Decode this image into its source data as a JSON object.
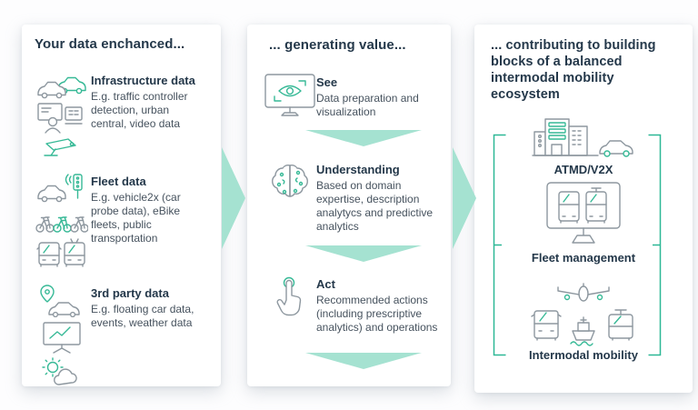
{
  "colors": {
    "accent_teal": "#2db896",
    "arrow_teal": "#a5e2d1",
    "icon_gray": "#8d979f",
    "heading_navy": "#24384a",
    "body_text": "#46525e"
  },
  "columns": [
    {
      "header": "Your data enchanced...",
      "items": [
        {
          "title": "Infrastructure data",
          "description": "E.g. traffic controller detection, urban central, video data",
          "icons": [
            "cars-icon",
            "control-center-icon",
            "cctv-camera-icon"
          ]
        },
        {
          "title": "Fleet data",
          "description": "E.g. vehicle2x (car probe data), eBike fleets, public transportation",
          "icons": [
            "car-v2x-icon",
            "bikes-icon",
            "buses-icon"
          ]
        },
        {
          "title": "3rd party data",
          "description": "E.g. floating car data, events, weather data",
          "icons": [
            "car-location-pin-icon",
            "chart-board-icon",
            "weather-icon"
          ]
        }
      ]
    },
    {
      "header": "... generating value...",
      "items": [
        {
          "title": "See",
          "description": "Data preparation and visualization",
          "icons": [
            "monitor-eye-icon"
          ]
        },
        {
          "title": "Understanding",
          "description": "Based on domain expertise, description analytycs and predictive analytics",
          "icons": [
            "brain-icon"
          ]
        },
        {
          "title": "Act",
          "description": "Recommended actions (including prescriptive analytics) and operations",
          "icons": [
            "hand-tap-icon"
          ]
        }
      ]
    },
    {
      "header": "... contributing to building blocks of a balanced intermodal mobility ecosystem",
      "items": [
        {
          "label": "ATMD/V2X",
          "icons": [
            "city-buildings-car-icon"
          ]
        },
        {
          "label": "Fleet management",
          "icons": [
            "fleet-monitor-icon"
          ]
        },
        {
          "label": "Intermodal mobility",
          "icons": [
            "plane-bus-ship-tram-icon"
          ]
        }
      ]
    }
  ]
}
